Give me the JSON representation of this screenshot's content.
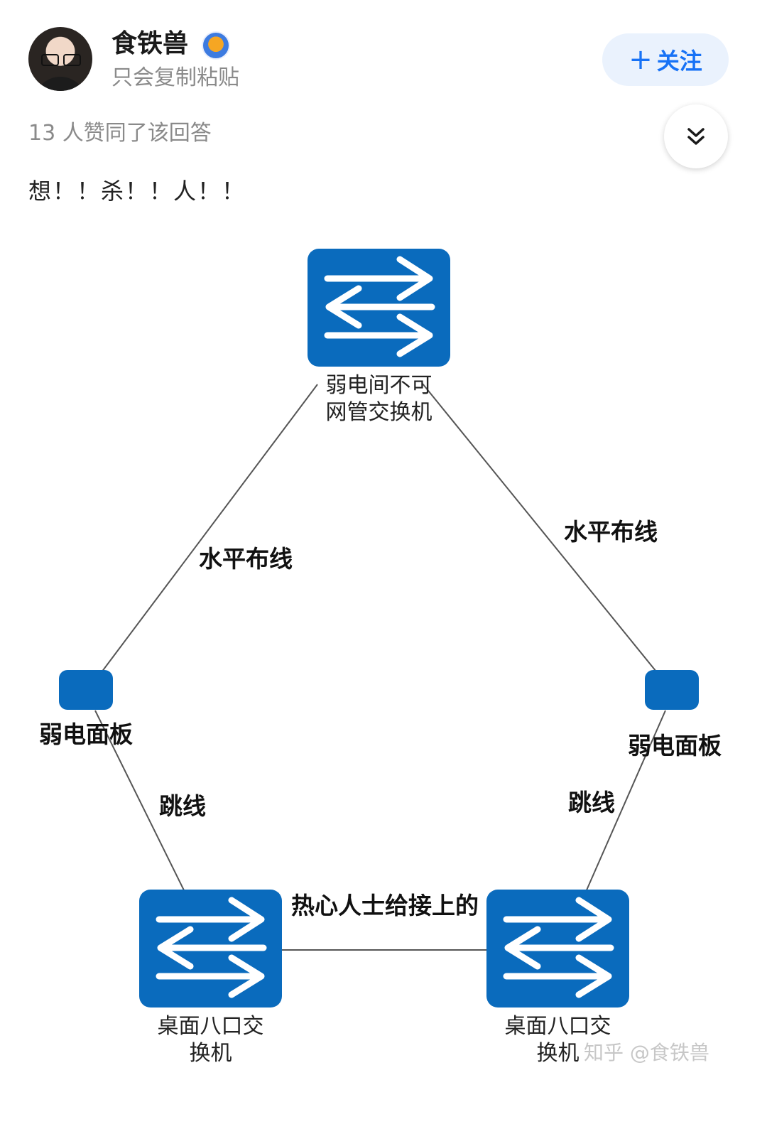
{
  "author": {
    "name": "食铁兽",
    "bio": "只会复制粘贴"
  },
  "follow_button": {
    "plus": "+",
    "label": "关注"
  },
  "vote_text": "13 人赞同了该回答",
  "answer_text": "想！！杀！！人！！",
  "diagram": {
    "top_switch_label_line1": "弱电间不可",
    "top_switch_label_line2": "网管交换机",
    "left_panel_label": "弱电面板",
    "right_panel_label": "弱电面板",
    "left_switch_label_line1": "桌面八口交",
    "left_switch_label_line2": "换机",
    "right_switch_label_line1": "桌面八口交",
    "right_switch_label_line2": "换机",
    "left_horizontal_cable_label": "水平布线",
    "right_horizontal_cable_label": "水平布线",
    "left_patch_cable_label": "跳线",
    "right_patch_cable_label": "跳线",
    "bottom_link_label": "热心人士给接上的",
    "switch_color": "#0a6bbd",
    "line_color": "#555555"
  },
  "watermark": "知乎 @食铁兽",
  "icons": {
    "badge": "orange-creature-badge-icon",
    "collapse": "double-chevron-down-icon",
    "switch": "network-switch-icon"
  }
}
